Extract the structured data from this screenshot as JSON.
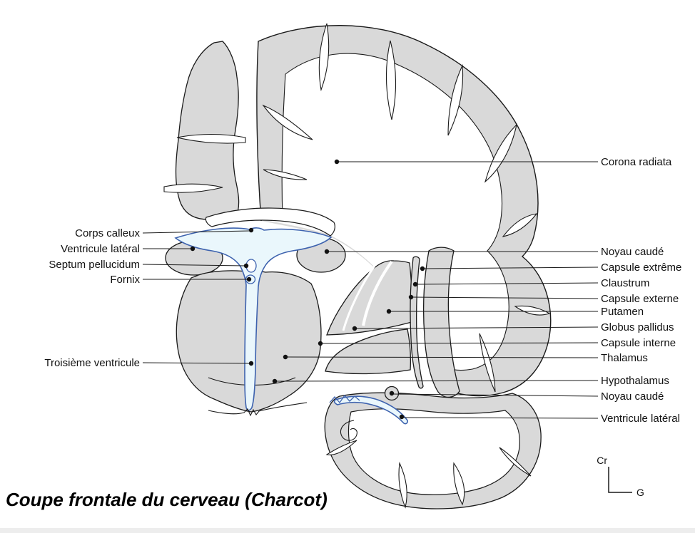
{
  "title": "Coupe frontale du cerveau (Charcot)",
  "orientation": {
    "cranial": "Cr",
    "left_marker": "G"
  },
  "labels": {
    "left": [
      "Corps calleux",
      "Ventricule latéral",
      "Septum pellucidum",
      "Fornix",
      "Troisième ventricule"
    ],
    "right": [
      "Corona radiata",
      "Noyau caudé",
      "Capsule extrême",
      "Claustrum",
      "Capsule externe",
      "Putamen",
      "Globus pallidus",
      "Capsule interne",
      "Thalamus",
      "Hypothalamus",
      "Noyau caudé",
      "Ventricule latéral"
    ]
  },
  "colors": {
    "cortex_gray": "#d9d9d9",
    "ventricle_fill": "#eaf7fc",
    "ventricle_stroke": "#3d62ae",
    "outline": "#1a1a1a"
  }
}
